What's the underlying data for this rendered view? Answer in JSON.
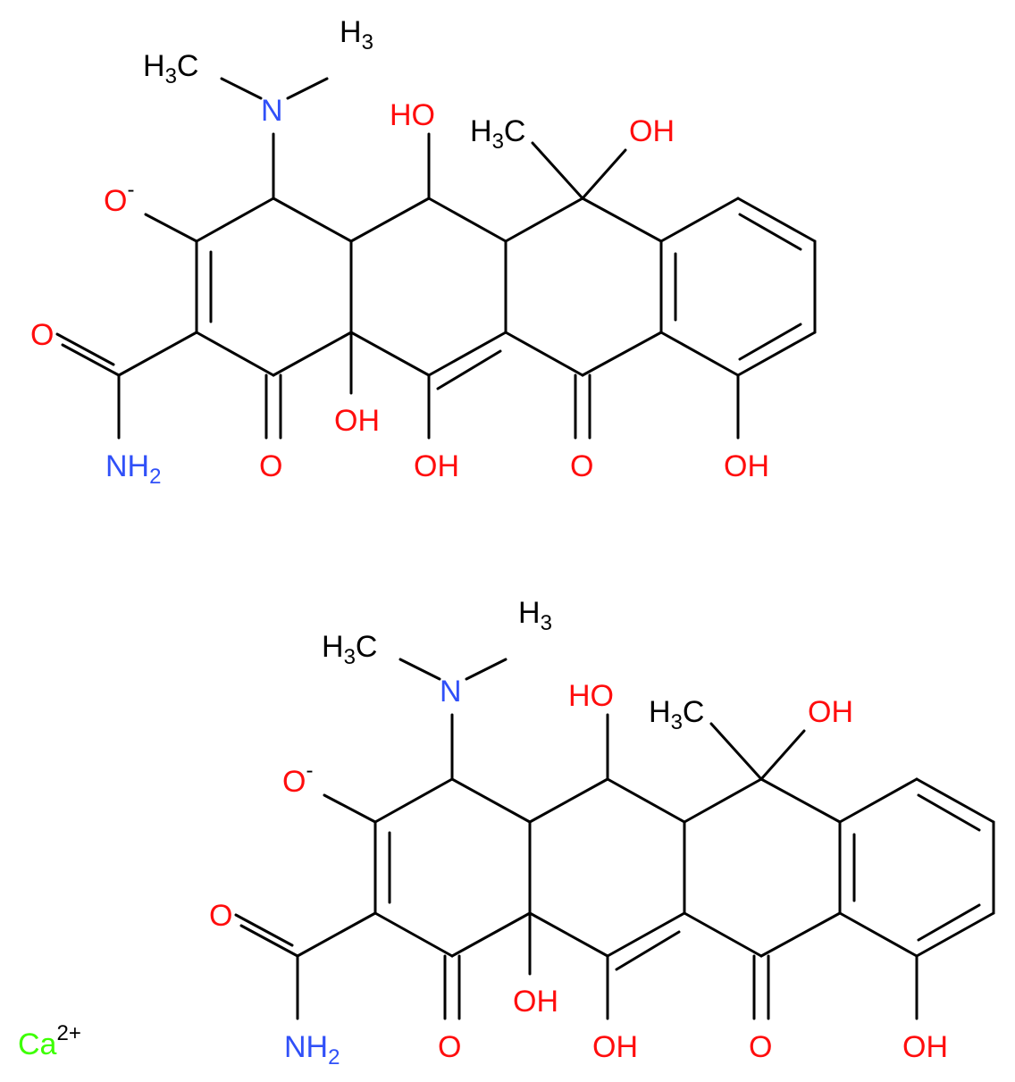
{
  "colors": {
    "oxygen": "#ff0d0d",
    "nitrogen": "#3050f8",
    "calcium": "#3dff00",
    "carbon": "#000000",
    "background": "#ffffff"
  },
  "molecule_top": {
    "me1_main": "H",
    "me1_sub": "3",
    "me1_tail": "C",
    "me2_main": "H",
    "me2_sub": "3",
    "n": "N",
    "ho_top": "HO",
    "me3_main": "H",
    "me3_sub": "3",
    "me3_tail": "C",
    "oh_top": "OH",
    "o_minus": "O",
    "minus": "-",
    "o_amide": "O",
    "oh_mid": "OH",
    "oh_bot": "OH",
    "o_ket1": "O",
    "o_ket2": "O",
    "oh_ring": "OH",
    "nh2_main": "NH",
    "nh2_sub": "2"
  },
  "molecule_bottom": {
    "me1_main": "H",
    "me1_sub": "3",
    "me1_tail": "C",
    "me2_main": "H",
    "me2_sub": "3",
    "n": "N",
    "ho_top": "HO",
    "me3_main": "H",
    "me3_sub": "3",
    "me3_tail": "C",
    "oh_top": "OH",
    "o_minus": "O",
    "minus": "-",
    "o_amide": "O",
    "oh_mid": "OH",
    "oh_bot": "OH",
    "o_ket1": "O",
    "o_ket2": "O",
    "oh_ring": "OH",
    "nh2_main": "NH",
    "nh2_sub": "2"
  },
  "counterion": {
    "symbol": "Ca",
    "charge": "2+"
  }
}
